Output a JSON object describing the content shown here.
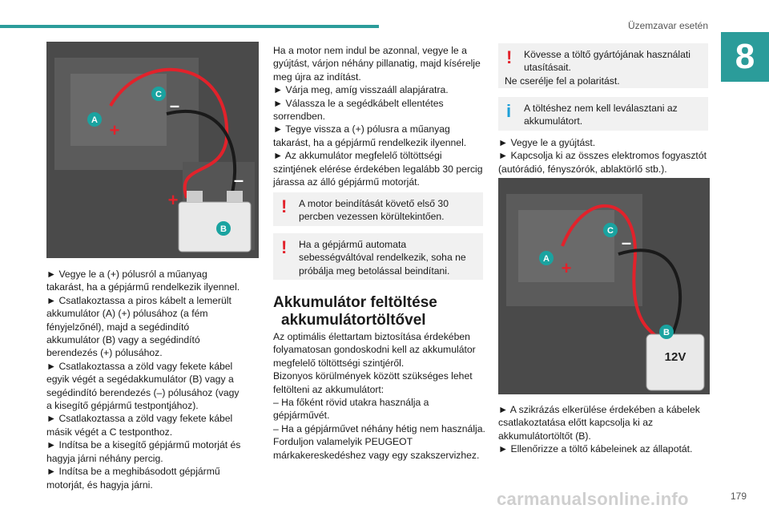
{
  "header": {
    "title": "Üzemzavar esetén",
    "chapter_number": "8"
  },
  "page_number": "179",
  "watermark": "carmanualsonline.info",
  "image1": {
    "labels": {
      "a": "A",
      "b": "B",
      "c": "C",
      "plus": "+",
      "minus": "–"
    }
  },
  "image2": {
    "labels": {
      "a": "A",
      "b": "B",
      "c": "C",
      "plus": "+",
      "minus": "–",
      "battery_label": "12V"
    }
  },
  "col1": {
    "lines": [
      "► Vegye le a (+) pólusról a műanyag takarást, ha a gépjármű rendelkezik ilyennel.",
      "► Csatlakoztassa a piros kábelt a lemerült akkumulátor (A) (+) pólusához (a fém fényjelzőnél), majd a segédindító akkumulátor (B) vagy a segédindító berendezés (+) pólusához.",
      "► Csatlakoztassa a zöld vagy fekete kábel egyik végét a segédakkumulátor (B) vagy a segédindító berendezés (–) pólusához (vagy a kisegítő gépjármű testpontjához).",
      "► Csatlakoztassa a zöld vagy fekete kábel másik végét a C testponthoz.",
      "► Indítsa be a kisegítő gépjármű motorját és hagyja járni néhány percig.",
      "► Indítsa be a meghibásodott gépjármű motorját, és hagyja járni."
    ]
  },
  "col2": {
    "intro": "Ha a motor nem indul be azonnal, vegye le a gyújtást, várjon néhány pillanatig, majd kísérelje meg újra az indítást.",
    "steps": [
      "► Várja meg, amíg visszaáll alapjáratra.",
      "► Válassza le a segédkábelt ellentétes sorrendben.",
      "► Tegye vissza a (+) pólusra a műanyag takarást, ha a gépjármű rendelkezik ilyennel.",
      "► Az akkumulátor megfelelő töltöttségi szintjének elérése érdekében legalább 30 percig járassa az álló gépjármű motorját."
    ],
    "warning1": "A motor beindítását követő első 30 percben vezessen körültekintően.",
    "warning2": "Ha a gépjármű automata sebességváltóval rendelkezik, soha ne próbálja meg betolással beindítani.",
    "section_title_line1": "Akkumulátor feltöltése",
    "section_title_line2": "akkumulátortöltővel",
    "section_body": [
      "Az optimális élettartam biztosítása érdekében folyamatosan gondoskodni kell az akkumulátor megfelelő töltöttségi szintjéről.",
      "Bizonyos körülmények között szükséges lehet feltölteni az akkumulátort:",
      "– Ha főként rövid utakra használja a gépjárművét.",
      "– Ha a gépjárművet néhány hétig nem használja.",
      "Forduljon valamelyik PEUGEOT márkakereskedéshez vagy egy szakszervizhez."
    ]
  },
  "col3": {
    "warning_line1": "Kövesse a töltő gyártójának használati utasításait.",
    "warning_line2": "Ne cserélje fel a polaritást.",
    "info": "A töltéshez nem kell leválasztani az akkumulátort.",
    "steps_top": [
      "► Vegye le a gyújtást.",
      "► Kapcsolja ki az összes elektromos fogyasztót (autórádió, fényszórók, ablaktörlő stb.)."
    ],
    "steps_bottom": [
      "► A szikrázás elkerülése érdekében a kábelek csatlakoztatása előtt kapcsolja ki az akkumulátortöltőt (B).",
      "► Ellenőrizze a töltő kábeleinek az állapotát."
    ]
  },
  "colors": {
    "accent": "#2b9c9a",
    "warning_red": "#e2222b",
    "info_blue": "#1c9fd8",
    "label_teal": "#1aa3a0"
  }
}
